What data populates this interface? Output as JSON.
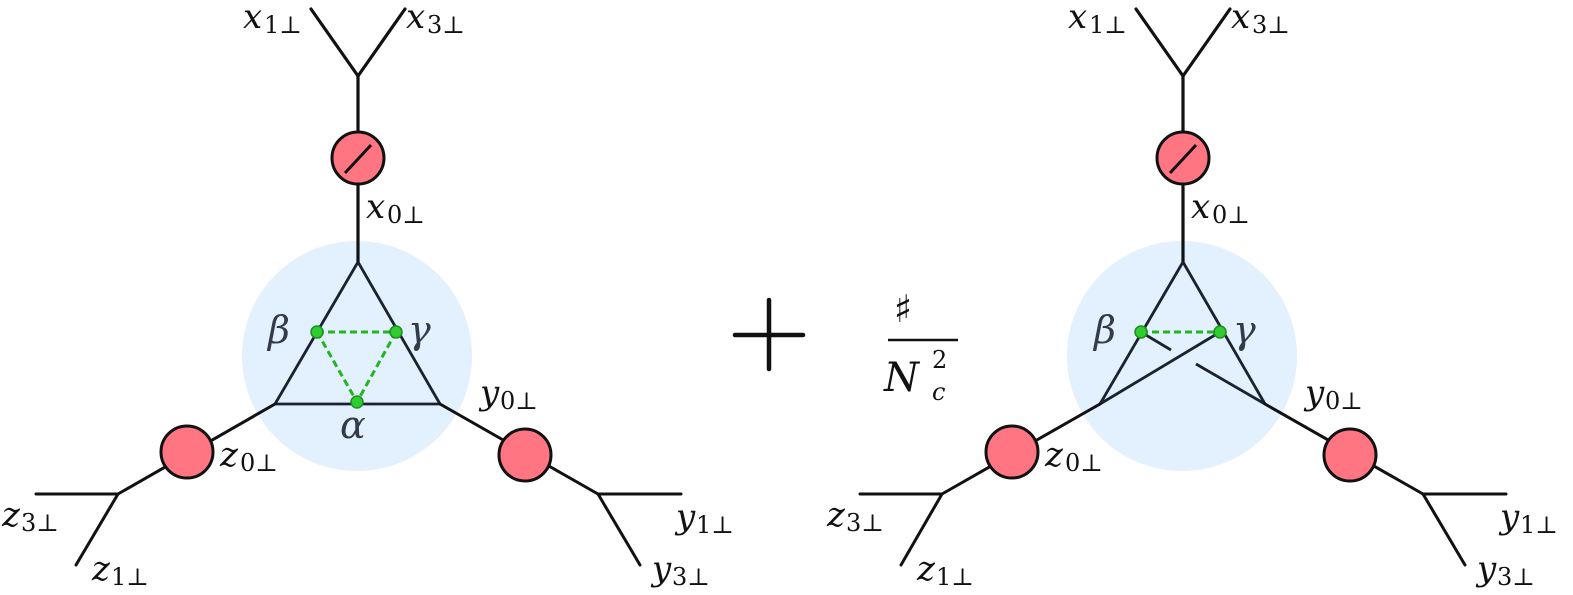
{
  "figure": {
    "description": "Two three-point Wilson-line diagrams connected by a plus sign with a color-suppressed coefficient",
    "colors": {
      "line": "#111111",
      "blob_fill": "#e3f0fd",
      "vertex_fill": "#ff7582",
      "vertex_stroke": "#111111",
      "gluon_dot": "#2ecc2e",
      "gluon_dash": "#22b422"
    },
    "operator": {
      "plus": "+",
      "numerator": "♯",
      "denominator_base": "N",
      "denominator_sub": "c",
      "denominator_sup": "2"
    },
    "left_diagram": {
      "labels": {
        "x1": {
          "base": "x",
          "sub": "1⊥"
        },
        "x3": {
          "base": "x",
          "sub": "3⊥"
        },
        "x0": {
          "base": "x",
          "sub": "0⊥"
        },
        "y0": {
          "base": "y",
          "sub": "0⊥"
        },
        "y1": {
          "base": "y",
          "sub": "1⊥"
        },
        "y3": {
          "base": "y",
          "sub": "3⊥"
        },
        "z0": {
          "base": "z",
          "sub": "0⊥"
        },
        "z1": {
          "base": "z",
          "sub": "1⊥"
        },
        "z3": {
          "base": "z",
          "sub": "3⊥"
        }
      },
      "greek": {
        "alpha": "α",
        "beta": "β",
        "gamma": "γ"
      },
      "gluon_points": [
        "β",
        "γ",
        "α"
      ],
      "gluon_links": [
        "β-γ",
        "β-α",
        "γ-α"
      ]
    },
    "right_diagram": {
      "labels": {
        "x1": {
          "base": "x",
          "sub": "1⊥"
        },
        "x3": {
          "base": "x",
          "sub": "3⊥"
        },
        "x0": {
          "base": "x",
          "sub": "0⊥"
        },
        "y0": {
          "base": "y",
          "sub": "0⊥"
        },
        "y1": {
          "base": "y",
          "sub": "1⊥"
        },
        "y3": {
          "base": "y",
          "sub": "3⊥"
        },
        "z0": {
          "base": "z",
          "sub": "0⊥"
        },
        "z1": {
          "base": "z",
          "sub": "1⊥"
        },
        "z3": {
          "base": "z",
          "sub": "3⊥"
        }
      },
      "greek": {
        "beta": "β",
        "gamma": "γ"
      },
      "gluon_points": [
        "β",
        "γ"
      ],
      "gluon_links": [
        "β-γ"
      ],
      "topology": "crossed (non-planar) lines inside blob"
    }
  }
}
